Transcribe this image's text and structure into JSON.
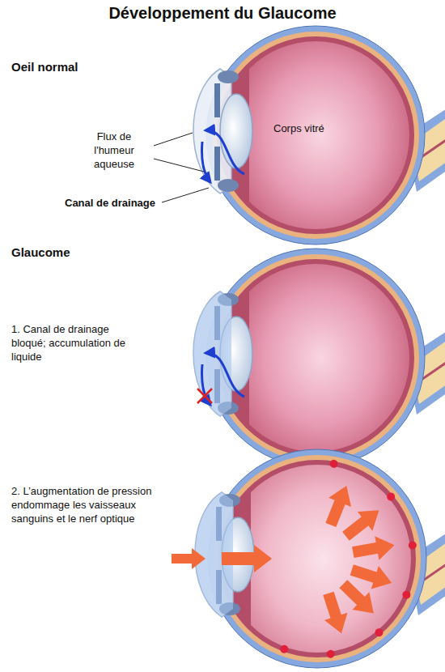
{
  "diagram": {
    "title": "Développement du Glaucome",
    "labels": [
      "Oeil normal",
      "Flux de l'humeur aqueuse",
      "Corps vitré",
      "Canal de drainage",
      "Glaucome",
      "1. Canal de drainage bloqué; accumulation de liquide",
      "2. L’augmentation de pression endommage les vaisseaux sanguins et le nerf optique"
    ]
  }
}
